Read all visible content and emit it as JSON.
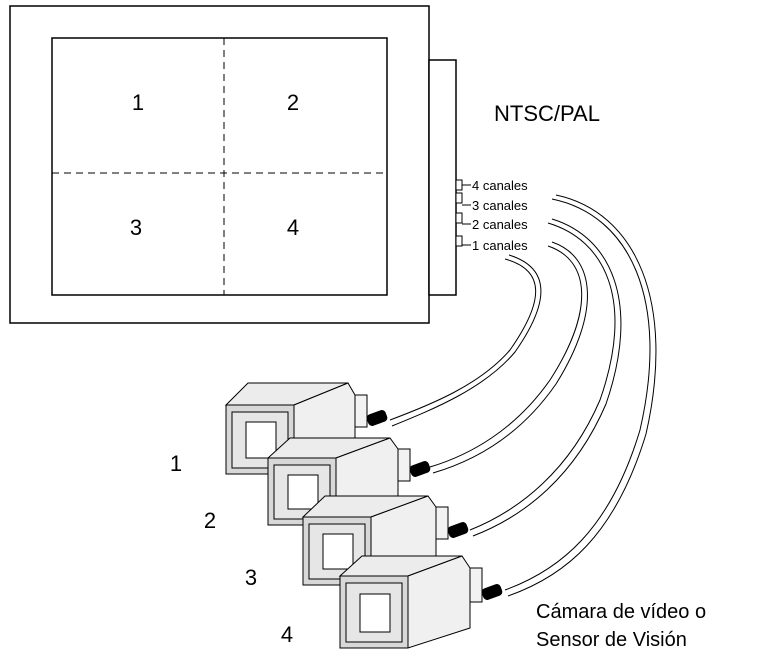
{
  "monitor": {
    "quadrants": [
      "1",
      "2",
      "3",
      "4"
    ],
    "signal_label": "NTSC/PAL"
  },
  "channels": [
    "4 canales",
    "3 canales",
    "2 canales",
    "1 canales"
  ],
  "cameras": {
    "numbers": [
      "1",
      "2",
      "3",
      "4"
    ],
    "caption_line1": "Cámara de vídeo o",
    "caption_line2": "Sensor de Visión"
  }
}
